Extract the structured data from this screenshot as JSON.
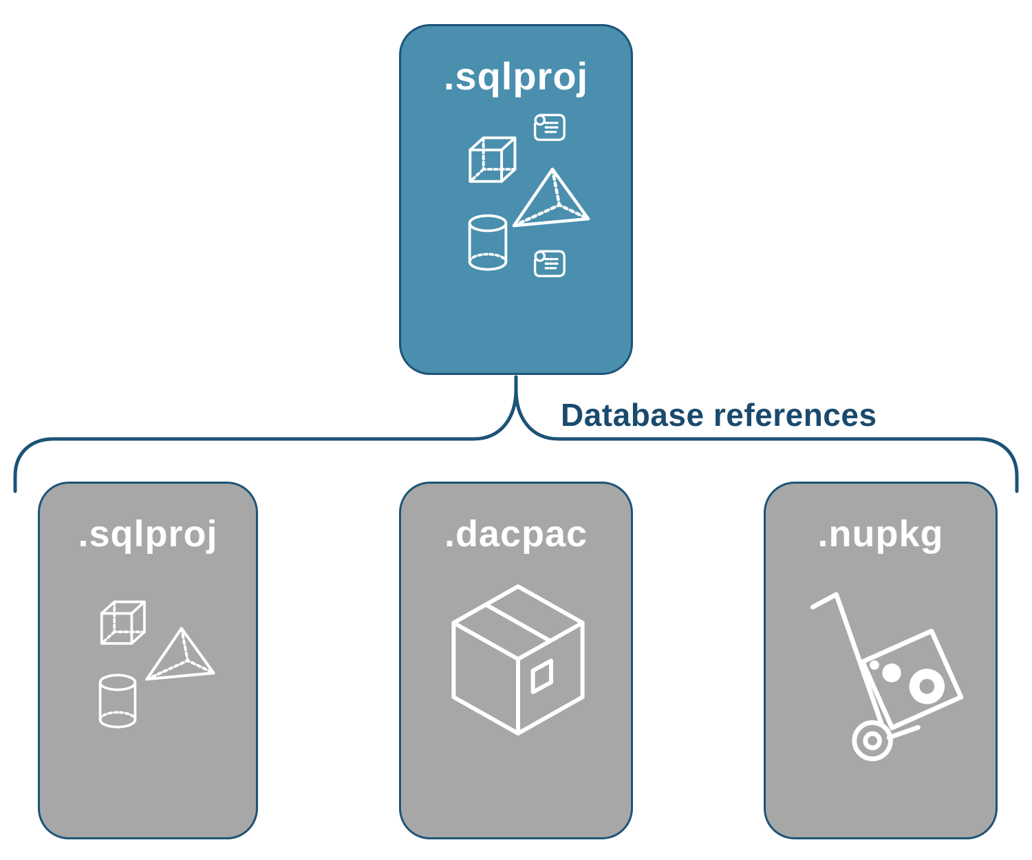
{
  "diagram": {
    "root": {
      "label": ".sqlproj",
      "icons": [
        "cube-icon",
        "scroll-icon",
        "pyramid-icon",
        "cylinder-icon",
        "scroll-icon"
      ]
    },
    "connector_label": "Database references",
    "children": [
      {
        "label": ".sqlproj",
        "icons": [
          "cube-icon",
          "pyramid-icon",
          "cylinder-icon"
        ]
      },
      {
        "label": ".dacpac",
        "icons": [
          "package-box-icon"
        ]
      },
      {
        "label": ".nupkg",
        "icons": [
          "hand-truck-package-icon"
        ]
      }
    ]
  },
  "colors": {
    "root_fill": "#4a8fae",
    "child_fill": "#a7a7a7",
    "node_border": "#1d5377",
    "connector": "#1d5377",
    "label_text": "#1a4a6e",
    "icon_stroke": "#ffffff",
    "title_text": "#ffffff"
  }
}
